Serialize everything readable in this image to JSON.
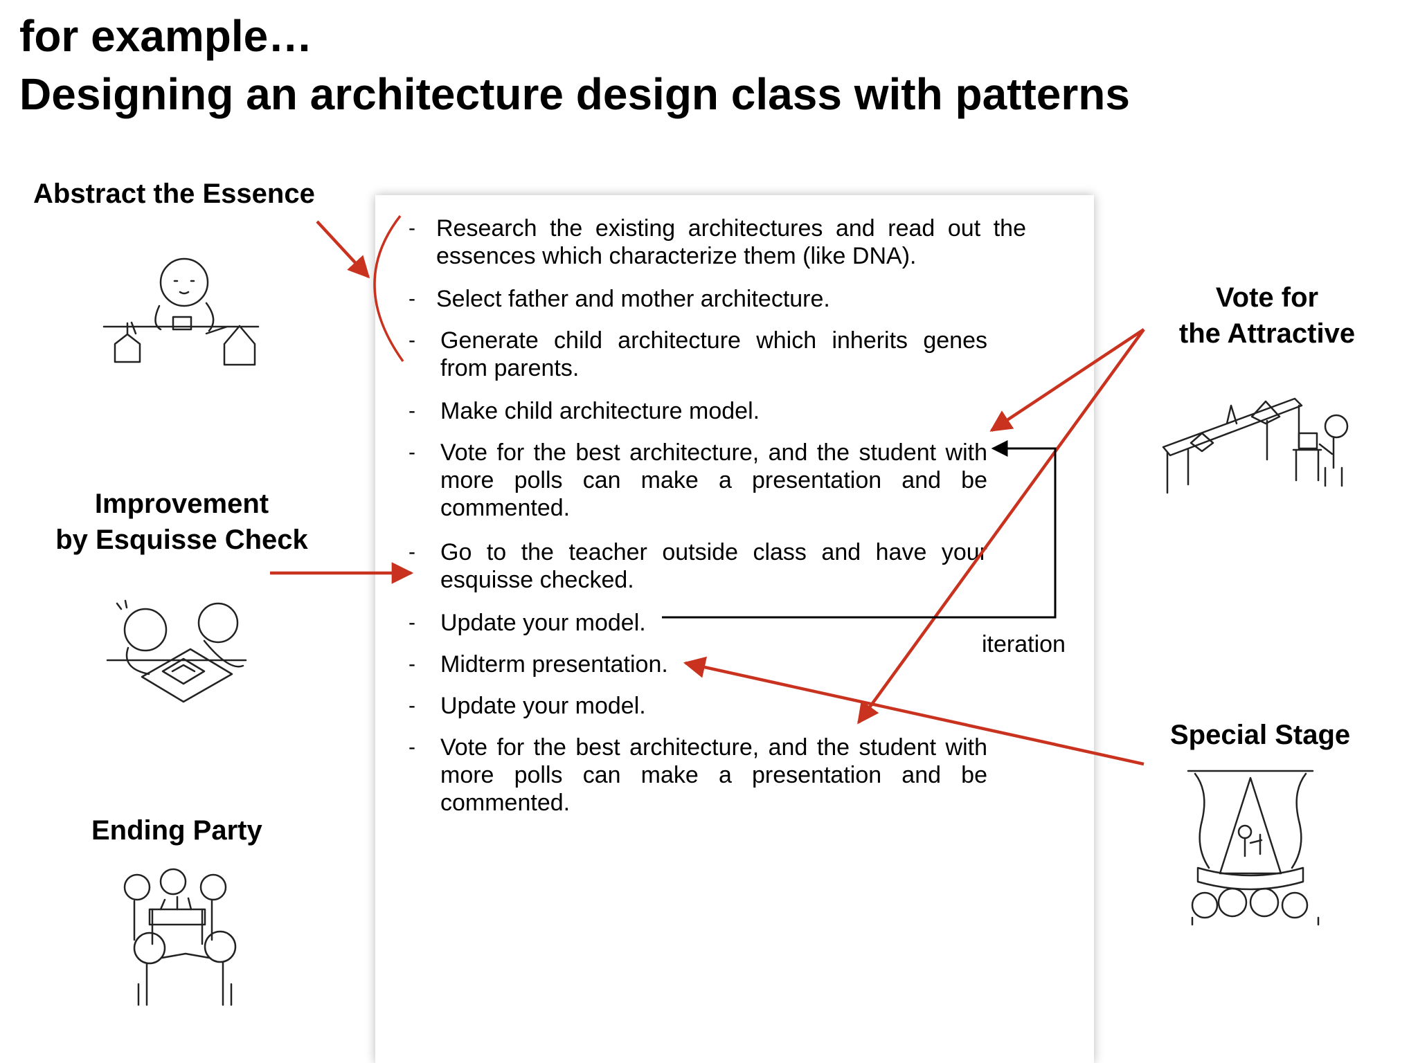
{
  "title": {
    "line1": "for example…",
    "line2": "Designing an architecture design class with patterns"
  },
  "patterns": {
    "abstract_essence": "Abstract the Essence",
    "improvement_line1": "Improvement",
    "improvement_line2": "by Esquisse Check",
    "ending_party": "Ending Party",
    "vote_line1": "Vote for",
    "vote_line2": "the Attractive",
    "special_stage": "Special Stage"
  },
  "steps": [
    {
      "dash": "-",
      "text": "Research the existing architectures and read out the essences which characterize them (like DNA)."
    },
    {
      "dash": "-",
      "text": "Select father and mother architecture."
    },
    {
      "dash": "-",
      "text": "Generate child architecture which inherits genes from parents."
    },
    {
      "dash": "-",
      "text": "Make child architecture model."
    },
    {
      "dash": "-",
      "text": "Vote for the best architecture, and the student with more polls can make a presentation and be commented."
    },
    {
      "dash": "-",
      "text": "Go to the teacher outside class and have your esquisse checked."
    },
    {
      "dash": "-",
      "text": "Update your model."
    },
    {
      "dash": "-",
      "text": "Midterm presentation."
    },
    {
      "dash": "-",
      "text": "Update your model."
    },
    {
      "dash": "-",
      "text": "Vote for the best architecture, and the student with more polls can make a presentation and be commented."
    }
  ],
  "iteration_label": "iteration",
  "colors": {
    "arrow": "#c8321e",
    "loop": "#000000",
    "text": "#000000"
  },
  "illustrations": {
    "abstract_essence": "person-sketching-models-icon",
    "improvement": "two-people-reviewing-drawings-icon",
    "ending_party": "people-at-table-party-icon",
    "vote": "models-on-table-voting-icon",
    "special_stage": "theater-stage-audience-icon"
  }
}
